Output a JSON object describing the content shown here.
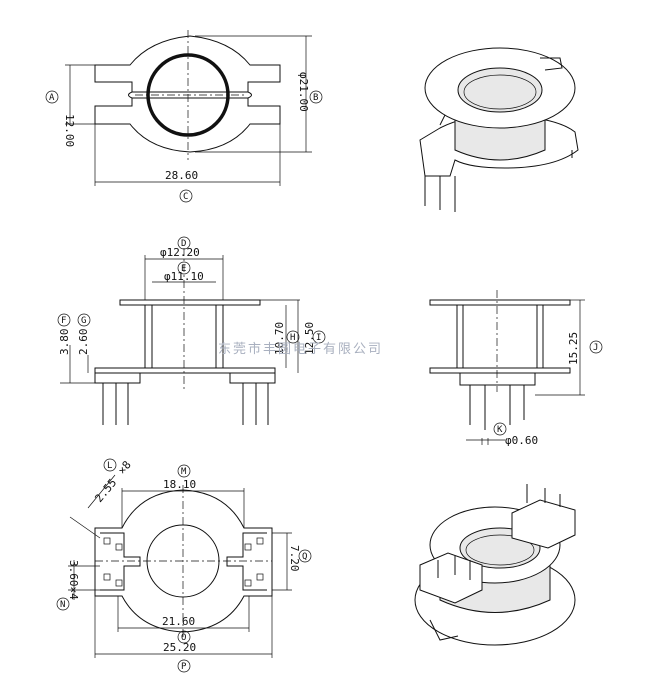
{
  "top_view": {
    "dim_height": "12.00",
    "dim_diameter": "φ21.00",
    "dim_width": "28.60",
    "tag_a": "A",
    "tag_b": "B",
    "tag_c": "C"
  },
  "front_view": {
    "dim_outer_dia": "φ12.20",
    "dim_inner_dia": "φ11.10",
    "dim_f": "3.80",
    "dim_g": "2.60",
    "dim_h": "10.70",
    "dim_i": "12.50",
    "tag_d": "D",
    "tag_e": "E",
    "tag_f": "F",
    "tag_g": "G",
    "tag_h": "H",
    "tag_i": "I"
  },
  "side_view": {
    "dim_height": "15.25",
    "dim_pin": "φ0.60",
    "tag_j": "J",
    "tag_k": "K"
  },
  "bottom_view": {
    "dim_l": "2.55",
    "dim_l_mult": "×8",
    "dim_m": "18.10",
    "dim_n": "3.60×4",
    "dim_o": "21.60",
    "dim_p": "25.20",
    "dim_q": "7.20",
    "tag_l": "L",
    "tag_m": "M",
    "tag_n": "N",
    "tag_o": "O",
    "tag_p": "P",
    "tag_q": "Q"
  },
  "watermark": "东莞市丰圆电子有限公司"
}
